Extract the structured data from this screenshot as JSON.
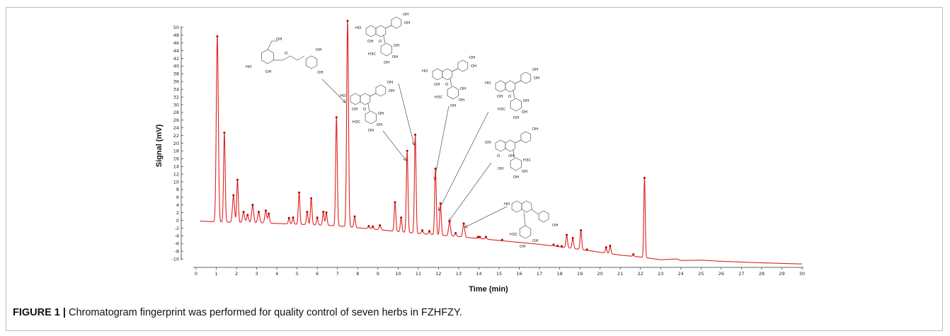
{
  "caption": {
    "label": "FIGURE 1 |",
    "text": " Chromatogram fingerprint was performed for quality control of seven herbs in FZHFZY."
  },
  "colors": {
    "trace": "#e0201f",
    "marker": "#b00000",
    "axis": "#333333",
    "arrow": "#555555",
    "structure": "#555555"
  },
  "chart_data": {
    "type": "line",
    "title": "",
    "xlabel": "Time (min)",
    "ylabel": "Signal (mV)",
    "xlim": [
      0,
      30
    ],
    "ylim": [
      -12,
      52
    ],
    "xticks": [
      0,
      1,
      2,
      3,
      4,
      5,
      6,
      7,
      8,
      9,
      10,
      11,
      12,
      13,
      14,
      15,
      16,
      17,
      18,
      19,
      20,
      21,
      22,
      23,
      24,
      25,
      26,
      27,
      28,
      29,
      30
    ],
    "yticks": [
      -10,
      -8,
      -6,
      -4,
      -2,
      0,
      2,
      4,
      6,
      8,
      10,
      12,
      14,
      16,
      18,
      20,
      22,
      24,
      26,
      28,
      30,
      32,
      34,
      36,
      38,
      40,
      42,
      44,
      46,
      48,
      50
    ],
    "grid": false,
    "legend": "none",
    "baseline": [
      [
        0,
        -0.1
      ],
      [
        1,
        -0.4
      ],
      [
        3,
        -0.6
      ],
      [
        5,
        -1.0
      ],
      [
        7,
        -1.4
      ],
      [
        9,
        -2.4
      ],
      [
        11,
        -3.4
      ],
      [
        13,
        -4.2
      ],
      [
        15,
        -5.2
      ],
      [
        17,
        -6.2
      ],
      [
        19,
        -7.5
      ],
      [
        21,
        -9.0
      ],
      [
        22,
        -9.5
      ],
      [
        23,
        -10.2
      ],
      [
        23.8,
        -10.0
      ],
      [
        24,
        -10.4
      ],
      [
        25,
        -10.3
      ],
      [
        26,
        -10.6
      ],
      [
        28,
        -11.0
      ],
      [
        30,
        -11.3
      ]
    ],
    "peaks": [
      {
        "t": 1.05,
        "h": 47.5,
        "w": 0.05
      },
      {
        "t": 1.4,
        "h": 22.5,
        "w": 0.04
      },
      {
        "t": 1.85,
        "h": 6.3,
        "w": 0.05
      },
      {
        "t": 2.05,
        "h": 10.3,
        "w": 0.04
      },
      {
        "t": 2.35,
        "h": 2.0,
        "w": 0.05
      },
      {
        "t": 2.55,
        "h": 1.2,
        "w": 0.05
      },
      {
        "t": 2.8,
        "h": 3.8,
        "w": 0.05
      },
      {
        "t": 3.1,
        "h": 2.0,
        "w": 0.05
      },
      {
        "t": 3.45,
        "h": 2.3,
        "w": 0.05
      },
      {
        "t": 3.6,
        "h": 1.5,
        "w": 0.04
      },
      {
        "t": 4.6,
        "h": 0.4,
        "w": 0.04
      },
      {
        "t": 4.8,
        "h": 0.5,
        "w": 0.04
      },
      {
        "t": 5.1,
        "h": 7.0,
        "w": 0.04
      },
      {
        "t": 5.5,
        "h": 2.0,
        "w": 0.04
      },
      {
        "t": 5.7,
        "h": 5.5,
        "w": 0.04
      },
      {
        "t": 6.0,
        "h": 0.5,
        "w": 0.04
      },
      {
        "t": 6.3,
        "h": 2.0,
        "w": 0.04
      },
      {
        "t": 6.45,
        "h": 1.8,
        "w": 0.04
      },
      {
        "t": 6.95,
        "h": 26.5,
        "w": 0.04
      },
      {
        "t": 7.5,
        "h": 51.5,
        "w": 0.045
      },
      {
        "t": 7.85,
        "h": 0.8,
        "w": 0.04
      },
      {
        "t": 8.55,
        "h": -1.7,
        "w": 0.05
      },
      {
        "t": 8.75,
        "h": -1.8,
        "w": 0.05
      },
      {
        "t": 9.1,
        "h": -1.5,
        "w": 0.05
      },
      {
        "t": 9.85,
        "h": 4.5,
        "w": 0.04
      },
      {
        "t": 10.15,
        "h": 0.5,
        "w": 0.04
      },
      {
        "t": 10.45,
        "h": 17.8,
        "w": 0.04
      },
      {
        "t": 10.85,
        "h": 22.0,
        "w": 0.04
      },
      {
        "t": 11.2,
        "h": -2.8,
        "w": 0.05
      },
      {
        "t": 11.55,
        "h": -3.0,
        "w": 0.05
      },
      {
        "t": 11.85,
        "h": 13.2,
        "w": 0.04
      },
      {
        "t": 12.1,
        "h": 4.2,
        "w": 0.04
      },
      {
        "t": 12.55,
        "h": -0.5,
        "w": 0.05
      },
      {
        "t": 12.85,
        "h": -3.5,
        "w": 0.05
      },
      {
        "t": 13.25,
        "h": -1.0,
        "w": 0.05
      },
      {
        "t": 13.95,
        "h": -4.5,
        "w": 0.04
      },
      {
        "t": 14.05,
        "h": -4.5,
        "w": 0.04
      },
      {
        "t": 14.35,
        "h": -4.5,
        "w": 0.05
      },
      {
        "t": 15.15,
        "h": -5.8,
        "w": 0.05
      },
      {
        "t": 17.7,
        "h": -6.5,
        "w": 0.04
      },
      {
        "t": 17.9,
        "h": -6.8,
        "w": 0.04
      },
      {
        "t": 18.1,
        "h": -7.2,
        "w": 0.04
      },
      {
        "t": 18.35,
        "h": -4.0,
        "w": 0.04
      },
      {
        "t": 18.65,
        "h": -4.8,
        "w": 0.04
      },
      {
        "t": 19.05,
        "h": -2.8,
        "w": 0.04
      },
      {
        "t": 19.35,
        "h": -8.2,
        "w": 0.04
      },
      {
        "t": 20.3,
        "h": -7.2,
        "w": 0.04
      },
      {
        "t": 20.5,
        "h": -6.8,
        "w": 0.04
      },
      {
        "t": 21.65,
        "h": -9.0,
        "w": 0.04
      },
      {
        "t": 22.2,
        "h": 10.8,
        "w": 0.035
      }
    ]
  },
  "structures": [
    {
      "name": "chlorogenic-acid",
      "labels": [
        "OH",
        "HO",
        "OH",
        "OH",
        "OH",
        "O",
        "O"
      ]
    },
    {
      "name": "flavonoid-rhamnoside-a",
      "labels": [
        "OH",
        "OH",
        "HO",
        "OH",
        "O",
        "OH",
        "H3C",
        "OH"
      ]
    },
    {
      "name": "flavonoid-rhamnoside-b",
      "labels": [
        "OH",
        "OH",
        "HO",
        "OH",
        "O",
        "OH",
        "H3C",
        "OH"
      ]
    },
    {
      "name": "flavonoid-glucoside",
      "labels": [
        "OH",
        "OH",
        "HO",
        "OH",
        "O",
        "OH",
        "H3C",
        "OH"
      ]
    },
    {
      "name": "flavonoid-rhamnoside-c",
      "labels": [
        "OH",
        "OH",
        "HO",
        "OH",
        "O",
        "OH",
        "H3C",
        "OH"
      ]
    },
    {
      "name": "kaempferol-glycoside",
      "labels": [
        "OH",
        "HO",
        "OH",
        "O",
        "OH",
        "H3C",
        "OH"
      ]
    },
    {
      "name": "kaempferol-rhamnoside",
      "labels": [
        "HO",
        "OH",
        "H3C",
        "OH",
        "OH"
      ]
    }
  ]
}
